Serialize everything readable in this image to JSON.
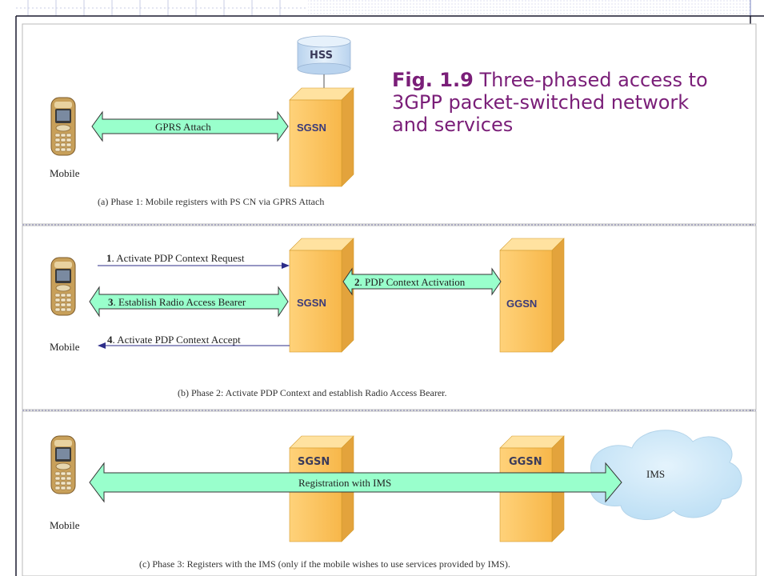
{
  "figure": {
    "number": "Fig. 1.9",
    "title": "Three-phased access to 3GPP packet-switched network and services"
  },
  "phase1": {
    "hss": "HSS",
    "sgsn": "SGSN",
    "mobile": "Mobile",
    "arrow": "GPRS Attach",
    "caption": "(a)  Phase 1: Mobile registers with PS CN via GPRS Attach"
  },
  "phase2": {
    "sgsn": "SGSN",
    "ggsn": "GGSN",
    "mobile": "Mobile",
    "step1_num": "1",
    "step1": ". Activate PDP Context Request",
    "step2_num": "2",
    "step2": ". PDP Context Activation",
    "step3_num": "3",
    "step3": ". Establish Radio Access Bearer",
    "step4_num": "4",
    "step4": ". Activate PDP Context Accept",
    "caption": "(b)  Phase 2: Activate PDP Context and establish Radio Access Bearer."
  },
  "phase3": {
    "sgsn": "SGSN",
    "ggsn": "GGSN",
    "ims": "IMS",
    "mobile": "Mobile",
    "arrow": "Registration with IMS",
    "caption": "(c) Phase 3: Registers with the IMS (only if the mobile wishes to use services provided by IMS)."
  },
  "colors": {
    "arrow_fill": "#99ffcc",
    "box_front": "#ffcc66",
    "box_side": "#e0a840",
    "cloud": "#cce8f8",
    "cylinder": "#cfe4f6",
    "title": "#7a1e78"
  }
}
